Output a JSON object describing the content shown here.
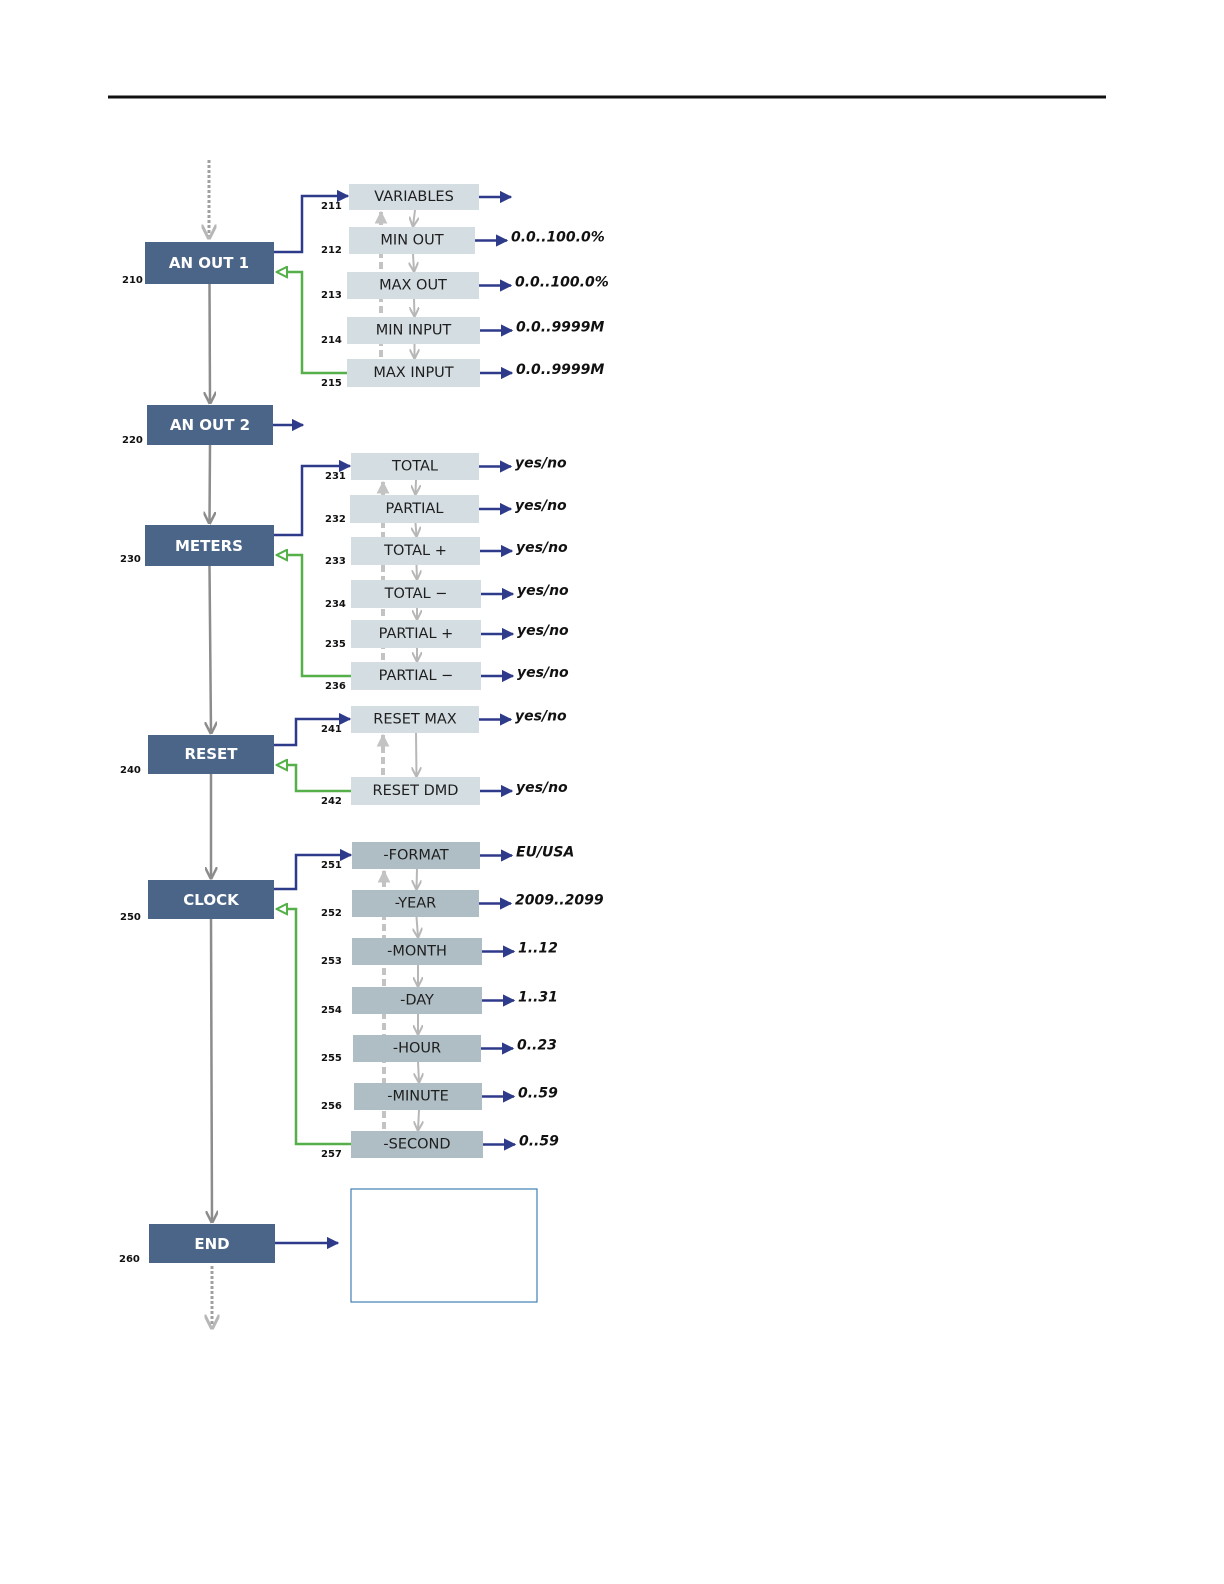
{
  "colors": {
    "main_box": "#4a6587",
    "sub_box": "#d4dde2",
    "sub_box_dark": "#afbec4",
    "enter_arrow": "#2e3a8a",
    "return_arrow": "#55b04a",
    "spine": "#8c8c8c"
  },
  "groups": [
    {
      "code": "210",
      "label": "AN OUT 1",
      "items": [
        {
          "code": "211",
          "label": "VARIABLES",
          "value": ""
        },
        {
          "code": "212",
          "label": "MIN OUT",
          "value": "0.0..100.0%"
        },
        {
          "code": "213",
          "label": "MAX OUT",
          "value": "0.0..100.0%"
        },
        {
          "code": "214",
          "label": "MIN INPUT",
          "value": "0.0..9999M"
        },
        {
          "code": "215",
          "label": "MAX INPUT",
          "value": "0.0..9999M"
        }
      ]
    },
    {
      "code": "220",
      "label": "AN OUT 2",
      "items": []
    },
    {
      "code": "230",
      "label": "METERS",
      "items": [
        {
          "code": "231",
          "label": "TOTAL",
          "value": "yes/no"
        },
        {
          "code": "232",
          "label": "PARTIAL",
          "value": "yes/no"
        },
        {
          "code": "233",
          "label": "TOTAL +",
          "value": "yes/no"
        },
        {
          "code": "234",
          "label": "TOTAL −",
          "value": "yes/no"
        },
        {
          "code": "235",
          "label": "PARTIAL +",
          "value": "yes/no"
        },
        {
          "code": "236",
          "label": "PARTIAL −",
          "value": "yes/no"
        }
      ]
    },
    {
      "code": "240",
      "label": "RESET",
      "items": [
        {
          "code": "241",
          "label": "RESET MAX",
          "value": "yes/no"
        },
        {
          "code": "242",
          "label": "RESET DMD",
          "value": "yes/no"
        }
      ]
    },
    {
      "code": "250",
      "label": "CLOCK",
      "items": [
        {
          "code": "251",
          "label": "-FORMAT",
          "value": "EU/USA"
        },
        {
          "code": "252",
          "label": "-YEAR",
          "value": "2009..2099"
        },
        {
          "code": "253",
          "label": "-MONTH",
          "value": "1..12"
        },
        {
          "code": "254",
          "label": "-DAY",
          "value": "1..31"
        },
        {
          "code": "255",
          "label": "-HOUR",
          "value": "0..23"
        },
        {
          "code": "256",
          "label": "-MINUTE",
          "value": "0..59"
        },
        {
          "code": "257",
          "label": "-SECOND",
          "value": "0..59"
        }
      ]
    },
    {
      "code": "260",
      "label": "END",
      "items": []
    }
  ]
}
